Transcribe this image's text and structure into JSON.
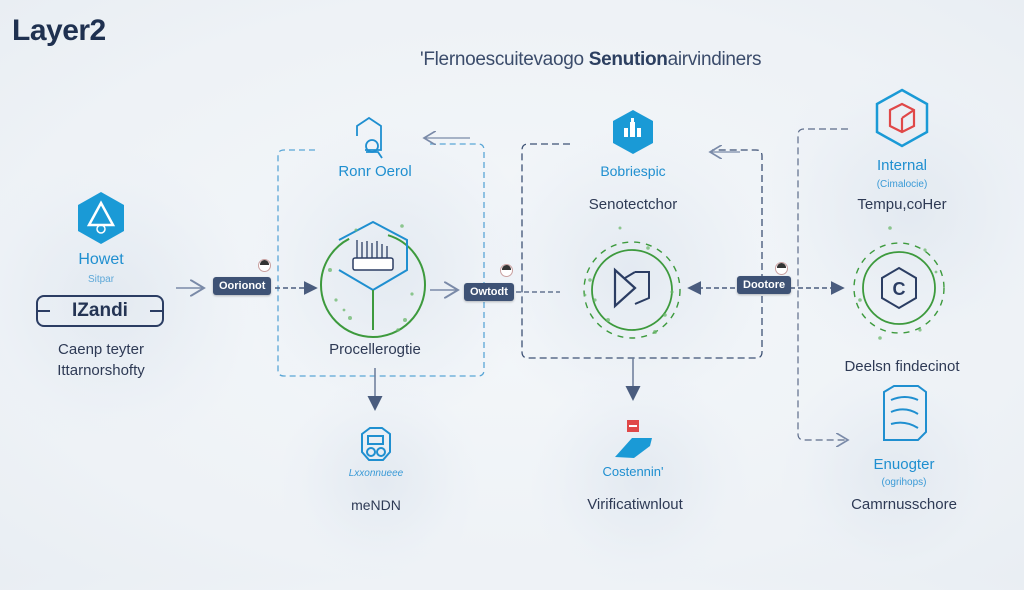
{
  "header": {
    "logo": "Layer2",
    "subtitle_prefix": "'Flernoescuitevaogo ",
    "subtitle_bold": "Senution",
    "subtitle_suffix": "airvindiners"
  },
  "colors": {
    "navy": "#2b3d63",
    "blue": "#1f8fd0",
    "green": "#3d9a3d",
    "red": "#e04848",
    "tag_bg": "#3e5275"
  },
  "nodes": {
    "source": {
      "icon": "hexagon-triangle-icon",
      "title": "Howet",
      "subtitle": "Sitpar",
      "box_label": "IZandi",
      "desc_line1": "Caenp teyter",
      "desc_line2": "Ittarnorshofty"
    },
    "group1": {
      "top_icon": "house-robot-icon",
      "top_label": "Ronr Oerol",
      "center_icon": "hexagon-bars-icon",
      "center_label": "Procellerogtie"
    },
    "group2": {
      "top_icon": "hexagon-building-icon",
      "top_label": "Bobriespic",
      "top_sublabel": "Senotectchor",
      "center_icon": "cube-play-icon"
    },
    "group3": {
      "top_icon": "hexagon-cube-icon",
      "top_label": "Internal",
      "top_small": "(Cimalocie)",
      "top_sublabel": "Tempu,coHer",
      "center_icon": "hexagon-c-icon",
      "center_label": "Deelsn findecinot",
      "bottom_icon": "badge-scroll-icon",
      "bottom_label": "Enuogter",
      "bottom_small": "(ogrihops)",
      "bottom_sublabel": "Camrnusschore"
    },
    "output1": {
      "icon": "robot-box-icon",
      "small": "Lxxonnueee",
      "label": "meNDN"
    },
    "output2": {
      "icon": "flag-arrow-icon",
      "small": "Costennin'",
      "label": "Virificatiwnlout"
    }
  },
  "tags": [
    {
      "label": "Oorionot"
    },
    {
      "label": "Owtodt"
    },
    {
      "label": "Dootore"
    }
  ]
}
